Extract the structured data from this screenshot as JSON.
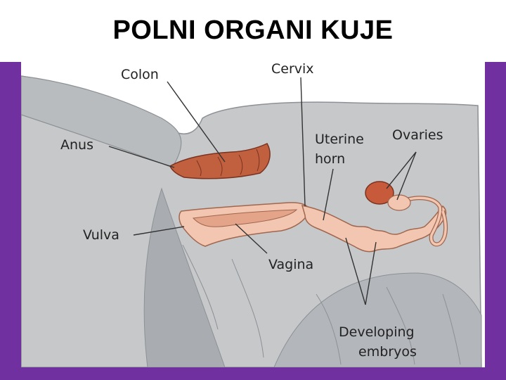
{
  "slide": {
    "title": "POLNI ORGANI KUJE"
  },
  "diagram": {
    "labels": {
      "colon": "Colon",
      "cervix": "Cervix",
      "uterine_horn_1": "Uterine",
      "uterine_horn_2": "horn",
      "ovaries": "Ovaries",
      "anus": "Anus",
      "vulva": "Vulva",
      "vagina": "Vagina",
      "embryos_1": "Developing",
      "embryos_2": "embryos"
    },
    "colors": {
      "background": "#7030a0",
      "body_gray": "#c6c8ca",
      "fur_dark": "#9ea2a6",
      "colon": "#c0603f",
      "organ_pink": "#f2c6b0",
      "ovary": "#c85a3c"
    }
  }
}
